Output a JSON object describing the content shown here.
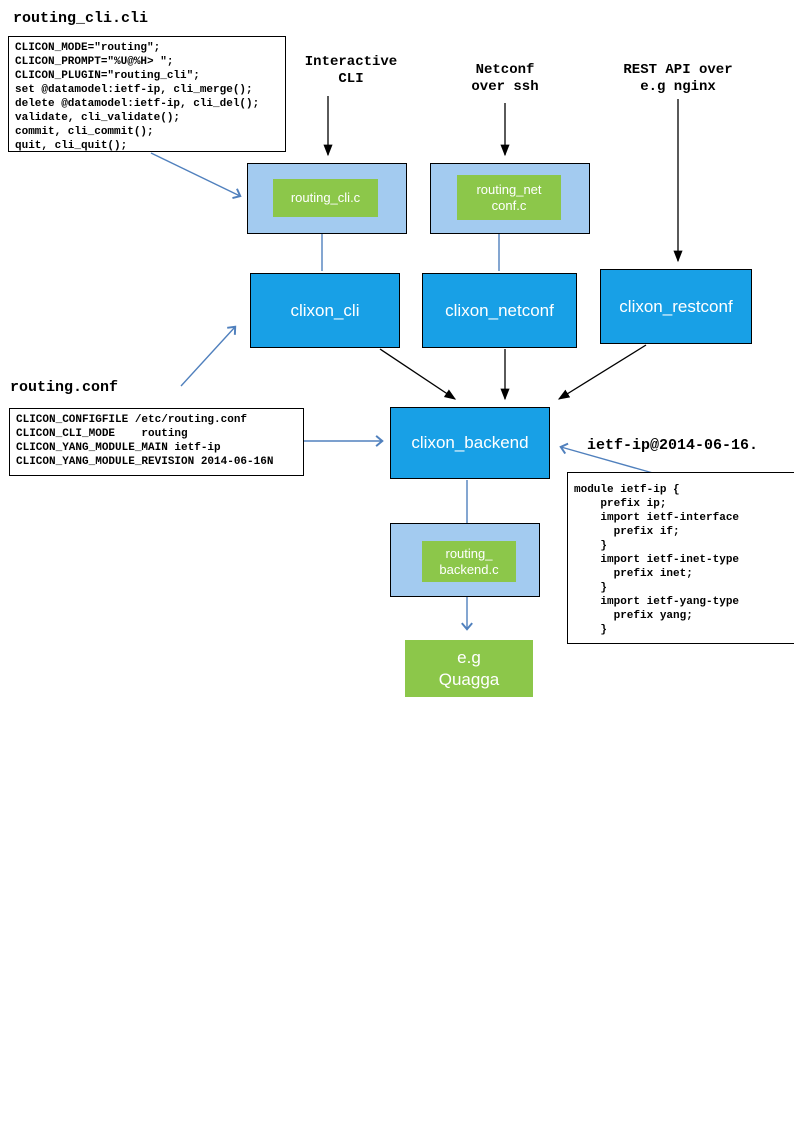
{
  "colors": {
    "node_blue": "#18A0E6",
    "container_blue": "#A3CBF0",
    "plugin_green": "#8CC74A",
    "arrow_blue": "#5080BD",
    "arrow_black": "#000000"
  },
  "files": {
    "routing_cli_title": "routing_cli.cli",
    "routing_conf_title": "routing.conf",
    "ietf_yang_title": "ietf-ip@2014-06-16."
  },
  "annotations": {
    "interactive_cli": [
      "Interactive",
      "CLI"
    ],
    "netconf_ssh": [
      "Netconf",
      "over ssh"
    ],
    "rest_api": [
      "REST API over",
      "e.g nginx"
    ]
  },
  "code": {
    "routing_cli_lines": [
      "CLICON_MODE=\"routing\";",
      "CLICON_PROMPT=\"%U@%H> \";",
      "CLICON_PLUGIN=\"routing_cli\";",
      "set @datamodel:ietf-ip, cli_merge();",
      "delete @datamodel:ietf-ip, cli_del();",
      "validate, cli_validate();",
      "commit, cli_commit();",
      "quit, cli_quit();"
    ],
    "routing_conf_lines": [
      "CLICON_CONFIGFILE /etc/routing.conf",
      "CLICON_CLI_MODE    routing",
      "CLICON_YANG_MODULE_MAIN ietf-ip",
      "CLICON_YANG_MODULE_REVISION 2014-06-16N"
    ],
    "ietf_module_lines": [
      "module ietf-ip {",
      "    prefix ip;",
      "    import ietf-interface",
      "      prefix if;",
      "    }",
      "    import ietf-inet-type",
      "      prefix inet;",
      "    }",
      "    import ietf-yang-type",
      "      prefix yang;",
      "    }"
    ]
  },
  "nodes": {
    "routing_cli_c": "routing_cli.c",
    "routing_netconf_c": [
      "routing_net",
      "conf.c"
    ],
    "clixon_cli": "clixon_cli",
    "clixon_netconf": "clixon_netconf",
    "clixon_restconf": "clixon_restconf",
    "clixon_backend": "clixon_backend",
    "routing_backend_c": [
      "routing_",
      "backend.c"
    ],
    "quagga": [
      "e.g",
      "Quagga"
    ]
  }
}
